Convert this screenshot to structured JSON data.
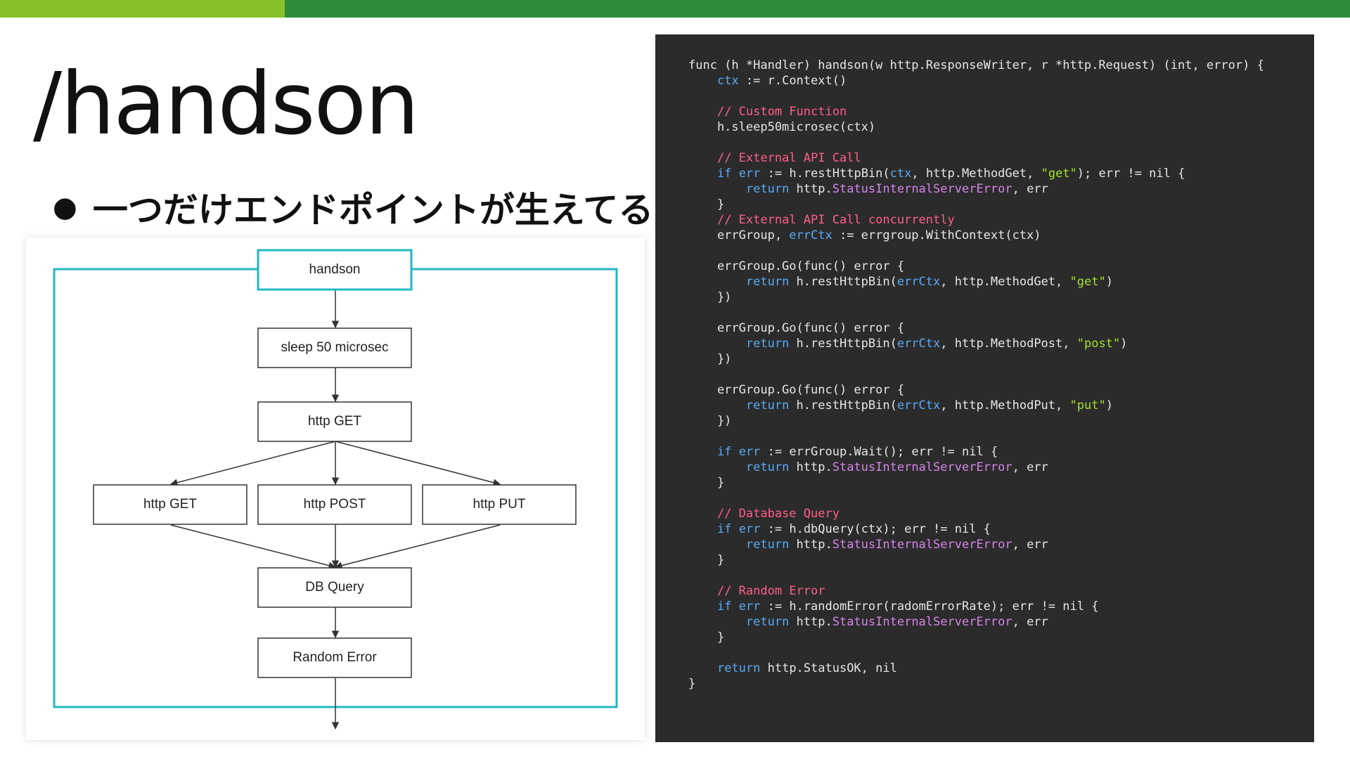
{
  "slide": {
    "title": "/handson",
    "bullet": "一つだけエンドポイントが生えてる"
  },
  "diagram": {
    "nodes": {
      "handson": "handson",
      "sleep": "sleep 50 microsec",
      "get1": "http GET",
      "get2": "http GET",
      "post": "http POST",
      "put": "http PUT",
      "db": "DB Query",
      "random": "Random Error"
    },
    "frame_color": "#22b7c4"
  },
  "code": {
    "lines": [
      "func (h *Handler) handson(w http.ResponseWriter, r *http.Request) (int, error) {",
      "    ctx := r.Context()",
      "",
      "    // Custom Function",
      "    h.sleep50microsec(ctx)",
      "",
      "    // External API Call",
      "    if err := h.restHttpBin(ctx, http.MethodGet, \"get\"); err != nil {",
      "        return http.StatusInternalServerError, err",
      "    }",
      "    // External API Call concurrently",
      "    errGroup, errCtx := errgroup.WithContext(ctx)",
      "",
      "    errGroup.Go(func() error {",
      "        return h.restHttpBin(errCtx, http.MethodGet, \"get\")",
      "    })",
      "",
      "    errGroup.Go(func() error {",
      "        return h.restHttpBin(errCtx, http.MethodPost, \"post\")",
      "    })",
      "",
      "    errGroup.Go(func() error {",
      "        return h.restHttpBin(errCtx, http.MethodPut, \"put\")",
      "    })",
      "",
      "    if err := errGroup.Wait(); err != nil {",
      "        return http.StatusInternalServerError, err",
      "    }",
      "",
      "    // Database Query",
      "    if err := h.dbQuery(ctx); err != nil {",
      "        return http.StatusInternalServerError, err",
      "    }",
      "",
      "    // Random Error",
      "    if err := h.randomError(radomErrorRate); err != nil {",
      "        return http.StatusInternalServerError, err",
      "    }",
      "",
      "    return http.StatusOK, nil",
      "}"
    ],
    "colors": {
      "background": "#2b2b2b",
      "text": "#e6e6e6",
      "keyword": "#59a9f2",
      "comment": "#ff5f87",
      "string": "#a6e22e",
      "constant": "#d585e8"
    }
  }
}
